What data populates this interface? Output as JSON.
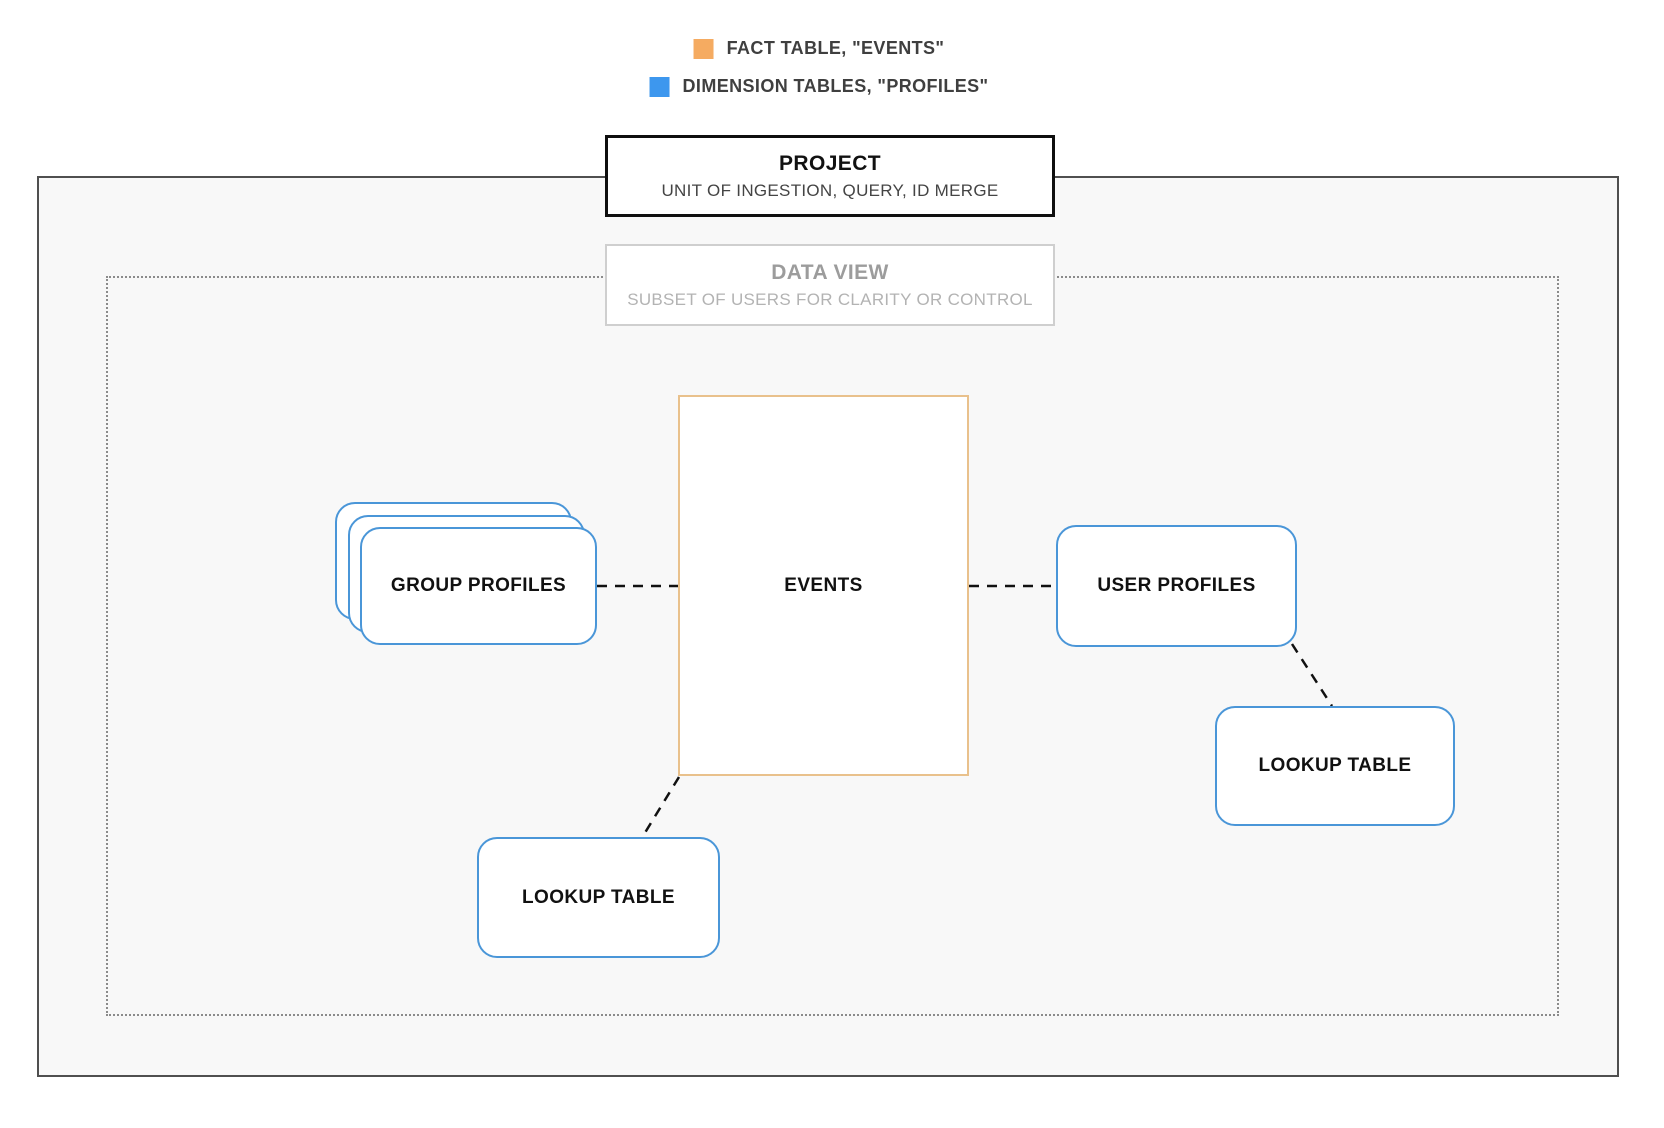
{
  "legend": {
    "items": [
      {
        "name": "fact-table",
        "label": "FACT TABLE, \"EVENTS\"",
        "color": "#F5AB61"
      },
      {
        "name": "dimension-tables",
        "label": "DIMENSION TABLES, \"PROFILES\"",
        "color": "#3D97EE"
      }
    ]
  },
  "project": {
    "title": "PROJECT",
    "subtitle": "UNIT OF INGESTION, QUERY, ID MERGE"
  },
  "data_view": {
    "title": "DATA VIEW",
    "subtitle": "SUBSET OF USERS FOR CLARITY OR CONTROL"
  },
  "nodes": {
    "events": {
      "label": "EVENTS",
      "type": "fact"
    },
    "group_profiles": {
      "label": "GROUP PROFILES",
      "type": "dimension",
      "stacked": true
    },
    "user_profiles": {
      "label": "USER PROFILES",
      "type": "dimension"
    },
    "lookup_left": {
      "label": "LOOKUP TABLE",
      "type": "dimension"
    },
    "lookup_right": {
      "label": "LOOKUP TABLE",
      "type": "dimension"
    }
  },
  "edges": [
    {
      "from": "group_profiles",
      "to": "events",
      "style": "dashed"
    },
    {
      "from": "events",
      "to": "user_profiles",
      "style": "dashed"
    },
    {
      "from": "events",
      "to": "lookup_left",
      "style": "dashed"
    },
    {
      "from": "user_profiles",
      "to": "lookup_right",
      "style": "dashed"
    }
  ],
  "colors": {
    "fact_border": "#E9C18C",
    "dimension_border": "#4A96D8",
    "container_border": "#4F4F4F",
    "container_fill": "#F8F8F8",
    "connector": "#111111"
  }
}
